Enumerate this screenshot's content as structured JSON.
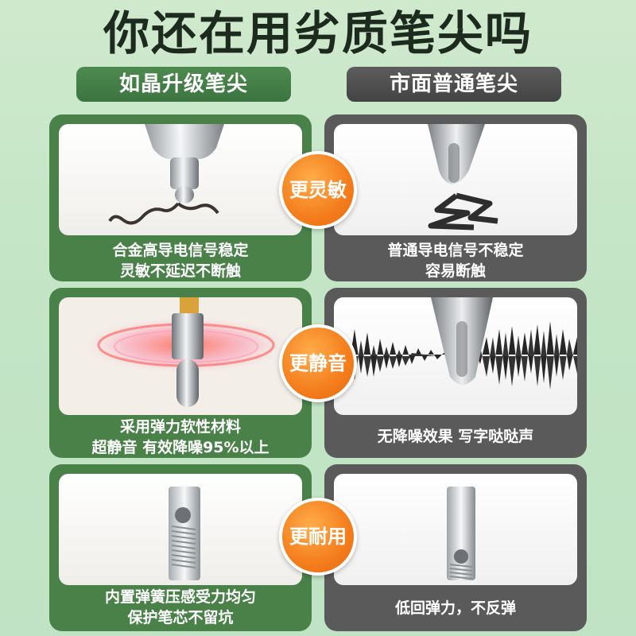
{
  "title": "你还在用劣质笔尖吗",
  "columns": {
    "left": "如晶升级笔尖",
    "right": "市面普通笔尖"
  },
  "badges": [
    "更灵敏",
    "更静音",
    "更耐用"
  ],
  "rows": [
    {
      "left_caption": [
        "合金高导电信号稳定",
        "灵敏不延迟不断触"
      ],
      "right_caption": [
        "普通导电信号不稳定",
        "容易断触"
      ]
    },
    {
      "left_caption": [
        "采用弹力软性材料",
        "超静音 有效降噪95%以上"
      ],
      "right_caption": [
        "无降噪效果 写字哒哒声"
      ]
    },
    {
      "left_caption": [
        "内置弹簧压感受力均匀",
        "保护笔芯不留坑"
      ],
      "right_caption": [
        "低回弹力，不反弹"
      ]
    }
  ],
  "colors": {
    "background": "#c3e5c6",
    "green_card": "#4a8149",
    "gray_card": "#5a5a5a",
    "badge": "#f47d1c"
  }
}
